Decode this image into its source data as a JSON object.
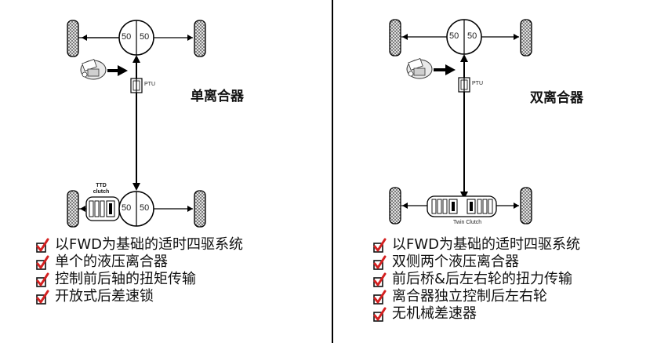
{
  "left_panel": {
    "title": "单离合器",
    "ptu_label": "PTU",
    "front_diff": {
      "left": "50",
      "right": "50"
    },
    "rear_diff": {
      "left": "50",
      "right": "50"
    },
    "ttd_label_line1": "TTD",
    "ttd_label_line2": "clutch",
    "features": [
      "以FWD为基础的适时四驱系统",
      "单个的液压离合器",
      "控制前后轴的扭矩传输",
      "开放式后差速锁"
    ]
  },
  "right_panel": {
    "title": "双离合器",
    "ptu_label": "PTU",
    "front_diff": {
      "left": "50",
      "right": "50"
    },
    "twin_clutch_label": "Twin Clutch",
    "features": [
      "以FWD为基础的适时四驱系统",
      "双侧两个液压离合器",
      "前后桥&后左右轮的扭力传输",
      "离合器独立控制后左右轮",
      "无机械差速器"
    ]
  },
  "colors": {
    "checkmark": "#d42020",
    "line": "#000000",
    "background": "#ffffff"
  }
}
